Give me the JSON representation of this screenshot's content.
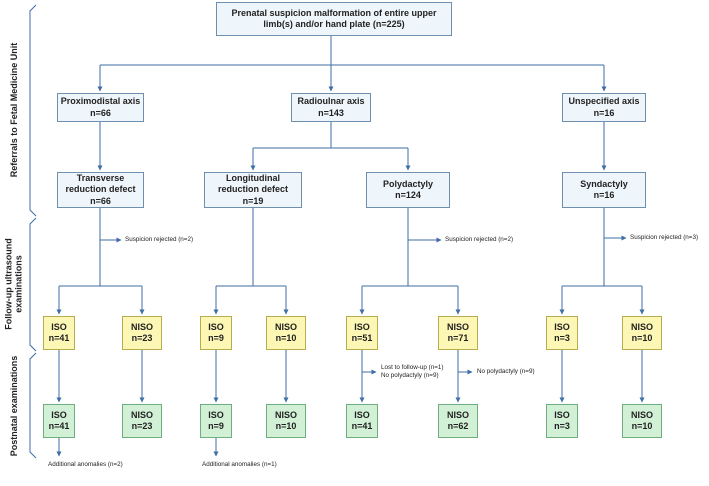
{
  "side_labels": {
    "referrals": "Referrals to Fetal Medicine Unit",
    "followup_line1": "Follow-up ultrasound",
    "followup_line2": "examinations",
    "postnatal": "Postnatal examinations"
  },
  "top": {
    "line1": "Prenatal suspicion malformation of entire upper",
    "line2": "limb(s) and/or hand plate (n=225)"
  },
  "axes": {
    "proximodistal": {
      "label": "Proximodistal axis",
      "n": "n=66"
    },
    "radioulnar": {
      "label": "Radioulnar axis",
      "n": "n=143"
    },
    "unspecified": {
      "label": "Unspecified axis",
      "n": "n=16"
    }
  },
  "defects": {
    "transverse": {
      "line1": "Transverse",
      "line2": "reduction defect",
      "n": "n=66"
    },
    "longitudinal": {
      "line1": "Longitudinal",
      "line2": "reduction defect",
      "n": "n=19"
    },
    "polydactyly": {
      "label": "Polydactyly",
      "n": "n=124"
    },
    "syndactyly": {
      "label": "Syndactyly",
      "n": "n=16"
    }
  },
  "notes": {
    "rejected_1": "Suspicion rejected (n=2)",
    "rejected_2": "Suspicion rejected (n=2)",
    "rejected_3": "Suspicion rejected  (n=3)",
    "lost": "Lost to follow-up (n=1)",
    "no_poly_1": "No polydactyly (n=9)",
    "no_poly_2": "No polydactyly (n=9)",
    "additional_1": "Additional anomalies (n=2)",
    "additional_2": "Additional anomalies (n=1)"
  },
  "followup": [
    {
      "label": "ISO",
      "n": "n=41"
    },
    {
      "label": "NISO",
      "n": "n=23"
    },
    {
      "label": "ISO",
      "n": "n=9"
    },
    {
      "label": "NISO",
      "n": "n=10"
    },
    {
      "label": "ISO",
      "n": "n=51"
    },
    {
      "label": "NISO",
      "n": "n=71"
    },
    {
      "label": "ISO",
      "n": "n=3"
    },
    {
      "label": "NISO",
      "n": "n=10"
    }
  ],
  "postnatal": [
    {
      "label": "ISO",
      "n": "n=41"
    },
    {
      "label": "NISO",
      "n": "n=23"
    },
    {
      "label": "ISO",
      "n": "n=9"
    },
    {
      "label": "NISO",
      "n": "n=10"
    },
    {
      "label": "ISO",
      "n": "n=41"
    },
    {
      "label": "NISO",
      "n": "n=62"
    },
    {
      "label": "ISO",
      "n": "n=3"
    },
    {
      "label": "NISO",
      "n": "n=10"
    }
  ],
  "colors": {
    "line": "#3f6ea6",
    "blue_box": "#eef5fb",
    "yellow_box": "#fdf7b5",
    "green_box": "#d2f0d6"
  }
}
